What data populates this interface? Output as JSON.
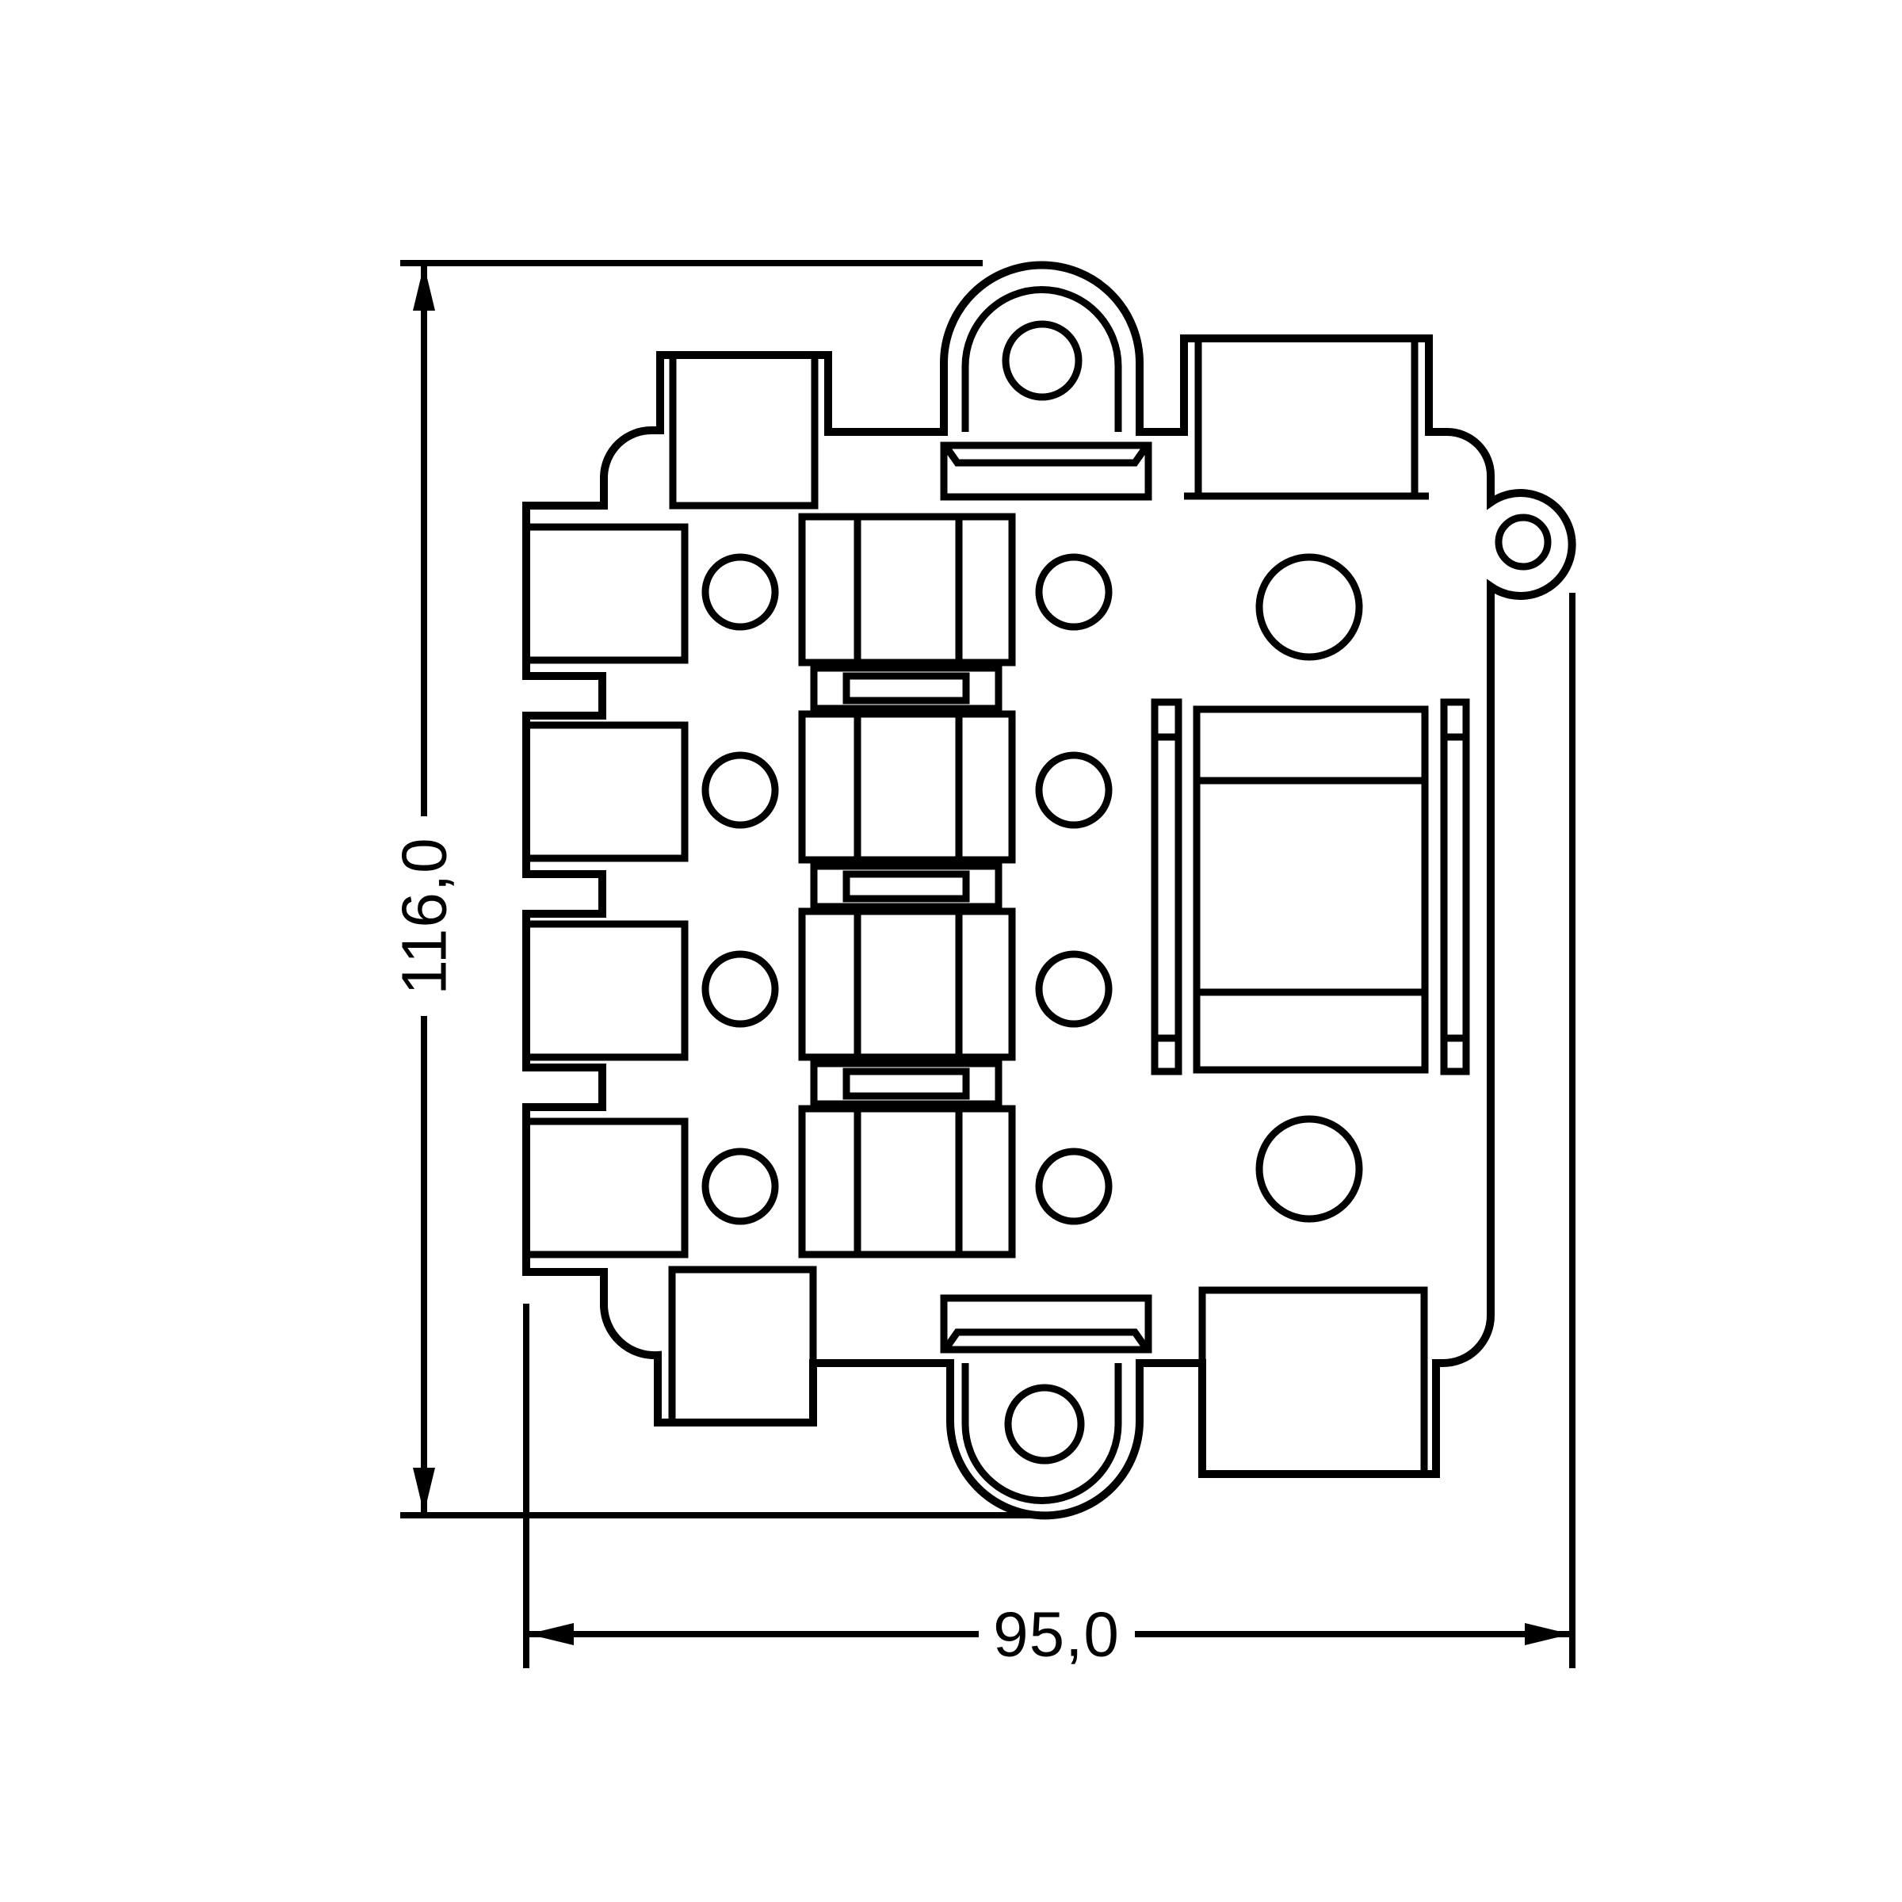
{
  "page": {
    "background": "#ffffff",
    "stroke_color": "#000000"
  },
  "drawing": {
    "kind": "technical dimension drawing, top view of socket housing",
    "height_dimension": "116,0",
    "width_dimension": "95,0"
  }
}
